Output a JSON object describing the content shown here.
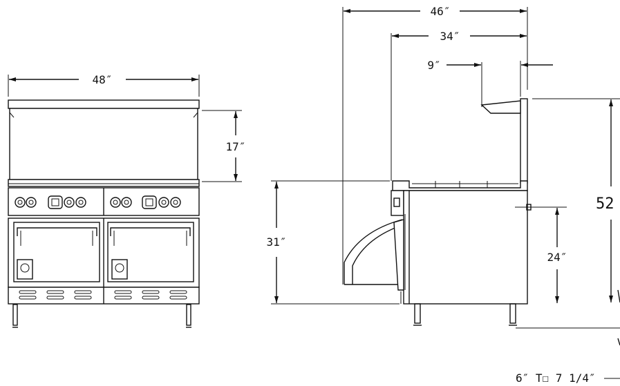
{
  "dimensions": {
    "front_width": "48″",
    "backsplash_height": "17″",
    "side_depth_overall": "46″",
    "side_depth_body": "34″",
    "shelf_depth": "9″",
    "work_height": "31″",
    "oven_height": "24″",
    "overall_height": "52",
    "leg_adjust": "6″ T☐ 7 1/4″"
  }
}
